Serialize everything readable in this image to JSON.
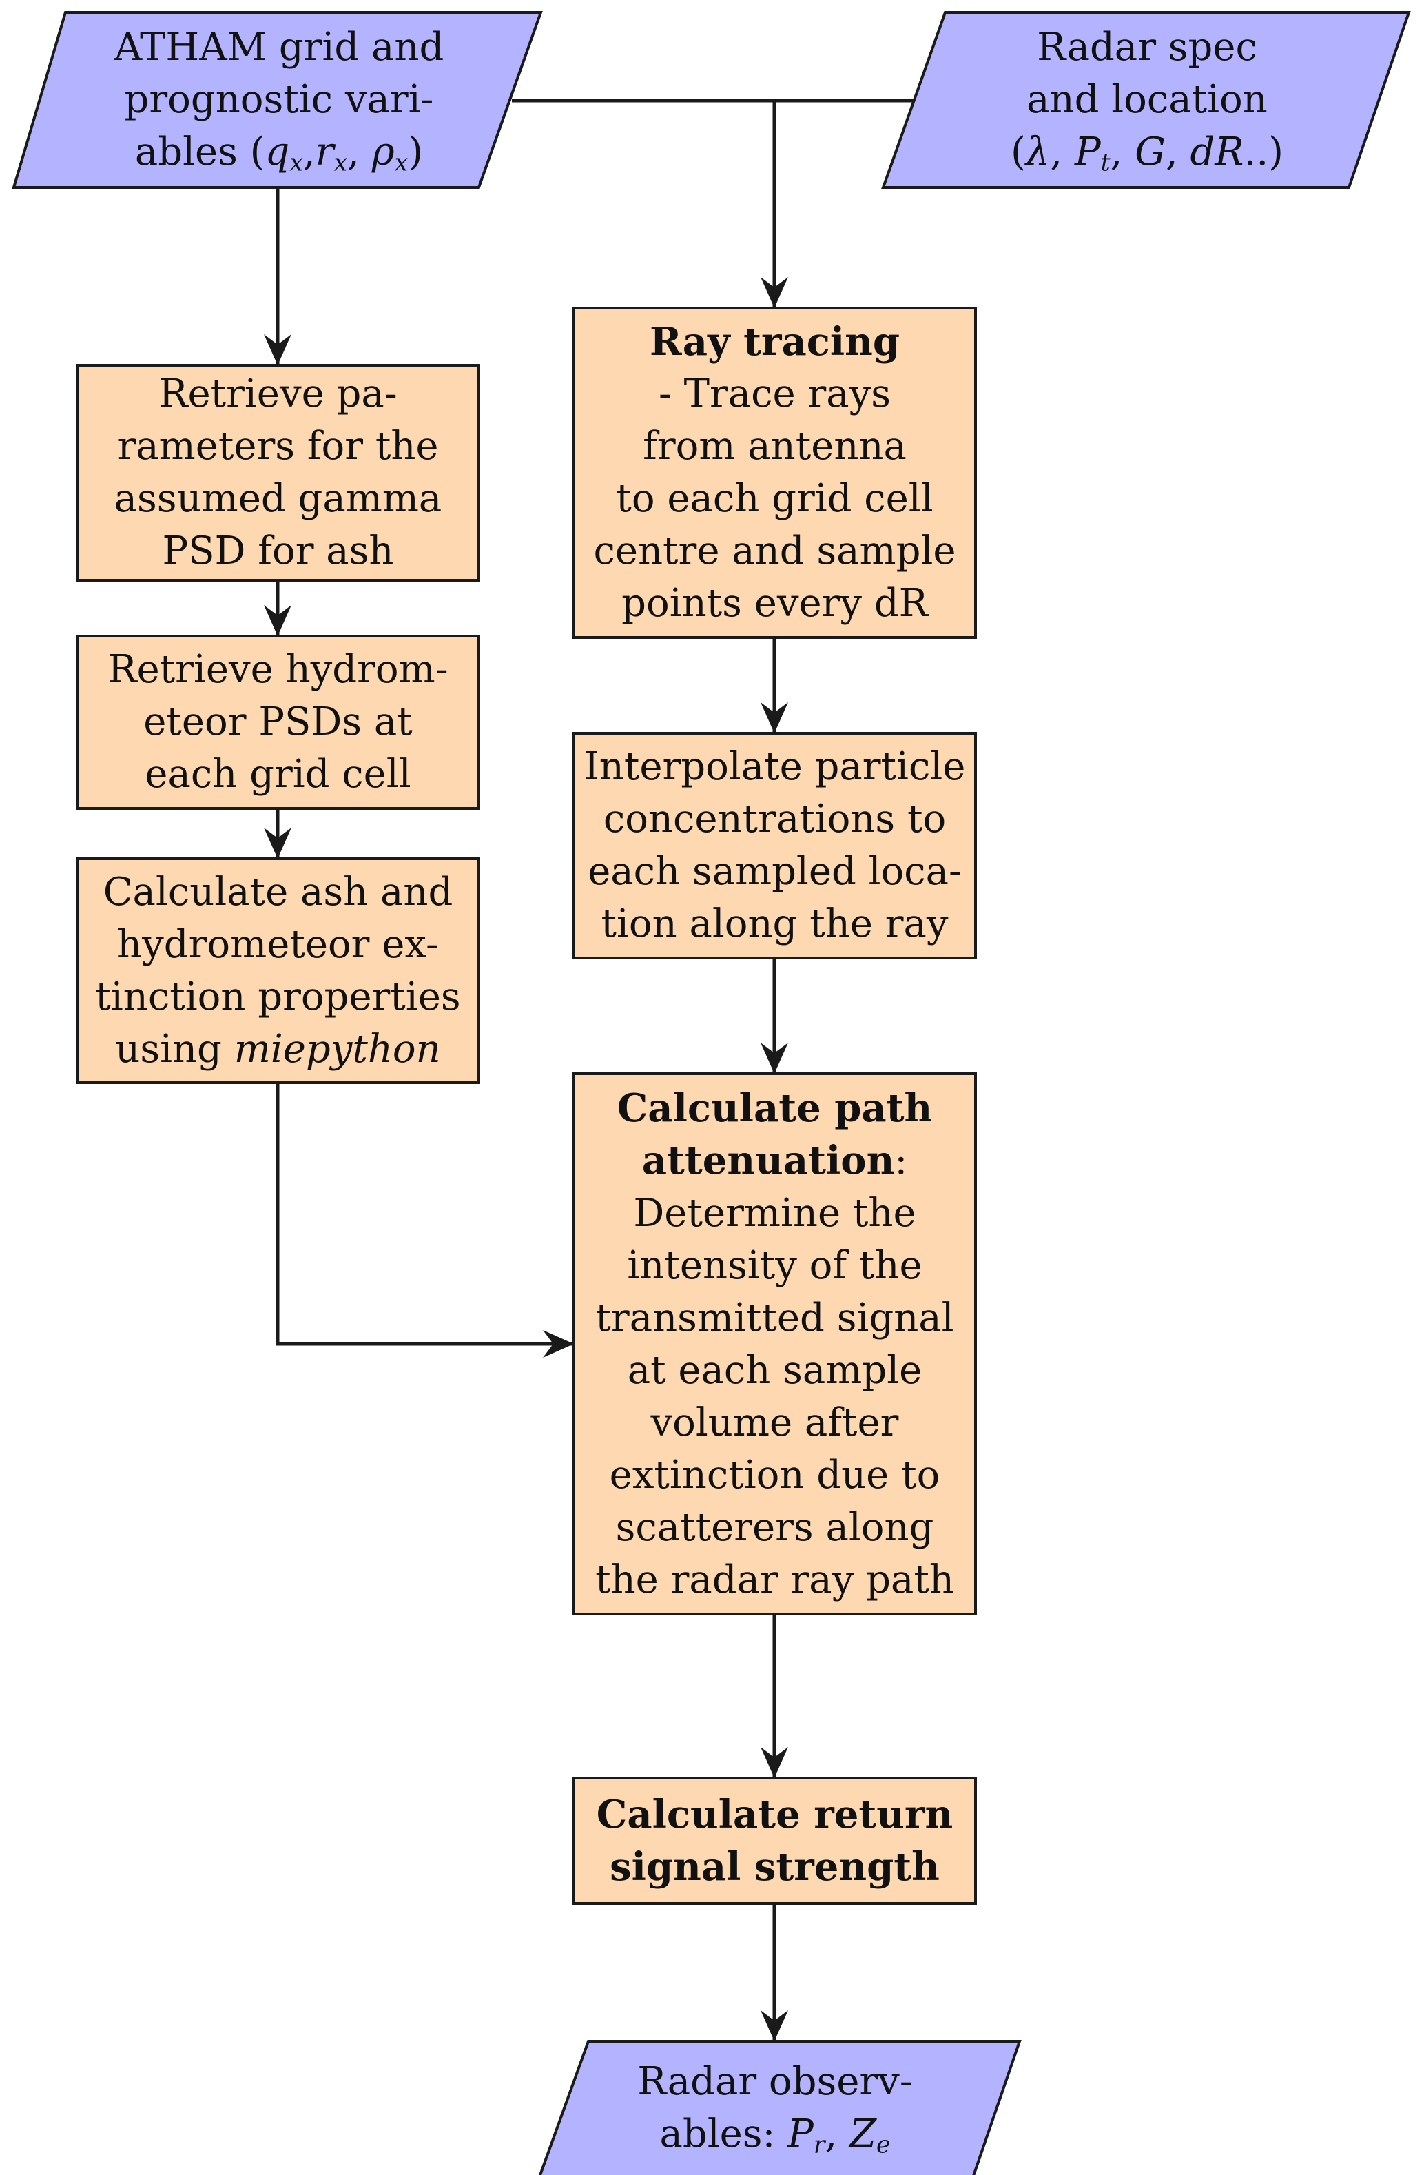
{
  "colors": {
    "io_fill": "#b3b3ff",
    "process_fill": "#fdd8b0",
    "stroke": "#1a1a1a"
  },
  "nodes": {
    "atham": {
      "line1": "ATHAM grid and",
      "line2": "prognostic vari-",
      "line3_prefix": "ables (",
      "q": "q",
      "q_sub": "x",
      "r": "r",
      "r_sub": "x",
      "rho": "ρ",
      "rho_sub": "x",
      "sep": ",",
      "close": ")"
    },
    "radar_spec": {
      "line1": "Radar spec",
      "line2": "and location",
      "open": "(",
      "lambda": "λ",
      "sep": ", ",
      "p": "P",
      "p_sub": "t",
      "g": "G",
      "dr": "dR",
      "tail": "..)"
    },
    "gamma_psd": {
      "lines": [
        "Retrieve pa-",
        "rameters for the",
        "assumed gamma",
        "PSD for ash"
      ]
    },
    "hydro_psd": {
      "lines": [
        "Retrieve hydrom-",
        "eteor PSDs at",
        "each grid cell"
      ]
    },
    "extinction": {
      "line1": "Calculate ash and",
      "line2": "hydrometeor ex-",
      "line3": "tinction properties",
      "line4_prefix": "using ",
      "line4_italic": "miepython"
    },
    "ray_tracing": {
      "title": "Ray tracing",
      "lines": [
        "- Trace rays",
        "from antenna",
        "to each grid cell",
        "centre and sample",
        "points every dR"
      ]
    },
    "interpolate": {
      "lines": [
        "Interpolate particle",
        "concentrations to",
        "each sampled loca-",
        "tion along the ray"
      ]
    },
    "path_attenuation": {
      "title_line1": "Calculate path",
      "title_line2": "attenuation",
      "colon": ":",
      "lines": [
        "Determine the",
        "intensity of the",
        "transmitted signal",
        "at each sample",
        "volume after",
        "extinction due to",
        "scatterers along",
        "the radar ray path"
      ]
    },
    "return_signal": {
      "lines": [
        "Calculate return",
        "signal strength"
      ]
    },
    "observables": {
      "line1": "Radar observ-",
      "line2_prefix": "ables: ",
      "p": "P",
      "p_sub": "r",
      "sep": ", ",
      "z": "Z",
      "z_sub": "e"
    }
  }
}
